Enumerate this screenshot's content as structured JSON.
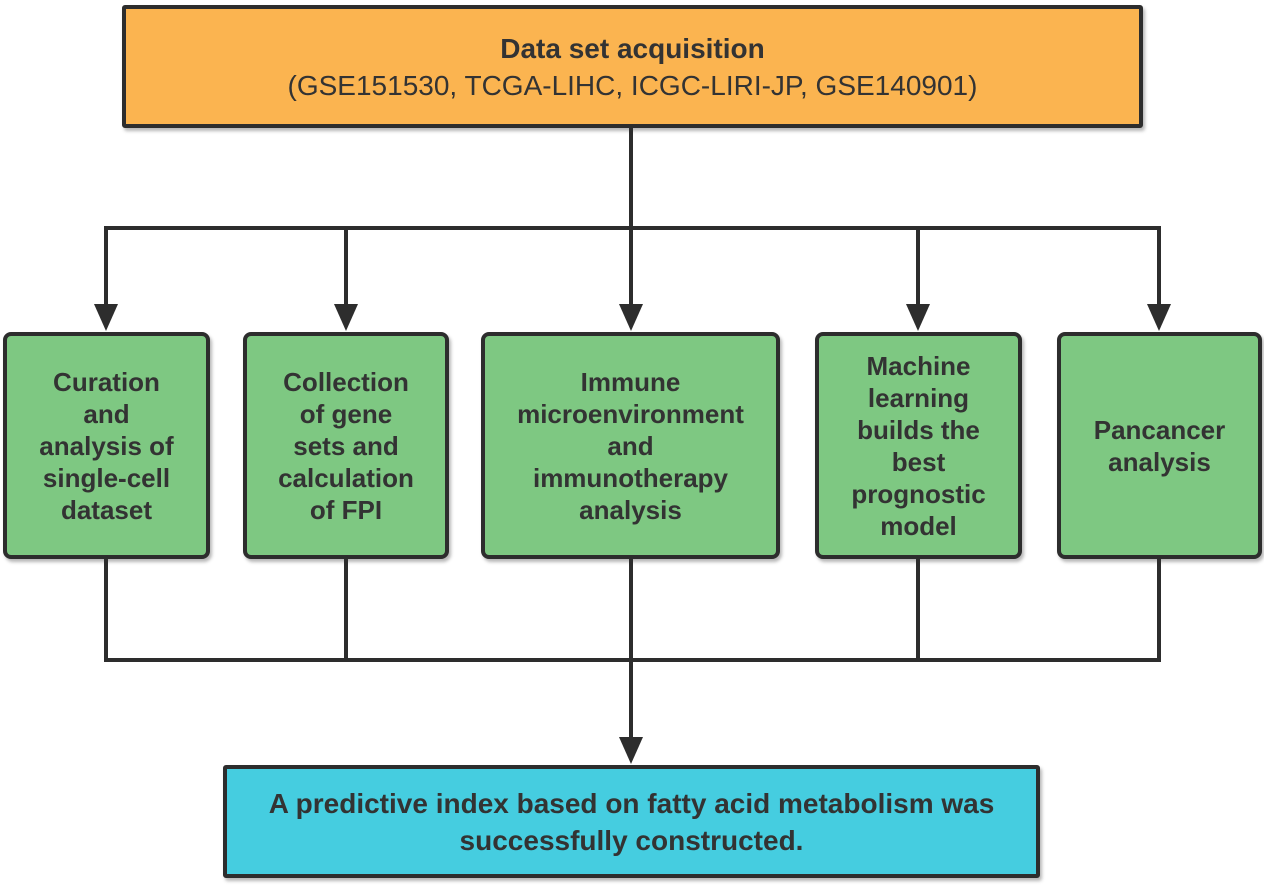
{
  "diagram": {
    "top_node": {
      "title": "Data set acquisition",
      "subtitle": "(GSE151530, TCGA-LIHC, ICGC-LIRI-JP, GSE140901)"
    },
    "branches": [
      {
        "id": "single-cell-curation",
        "label": "Curation\nand\nanalysis of\nsingle-cell\ndataset"
      },
      {
        "id": "gene-sets-fpi",
        "label": "Collection\nof gene\nsets and\ncalculation\nof FPI"
      },
      {
        "id": "immune-analysis",
        "label": "Immune\nmicroenvironment\nand\nimmunotherapy\nanalysis"
      },
      {
        "id": "machine-learning-model",
        "label": "Machine\nlearning\nbuilds the\nbest\nprognostic\nmodel"
      },
      {
        "id": "pancancer-analysis",
        "label": "Pancancer\nanalysis"
      }
    ],
    "conclusion_node": {
      "label": "A predictive index based on fatty acid metabolism was\nsuccessfully constructed."
    }
  },
  "colors": {
    "orange": "#FBB450",
    "green": "#7EC882",
    "cyan": "#45CDE0",
    "line": "#2D2D2D",
    "text": "#333333",
    "background": "#FFFFFF"
  }
}
